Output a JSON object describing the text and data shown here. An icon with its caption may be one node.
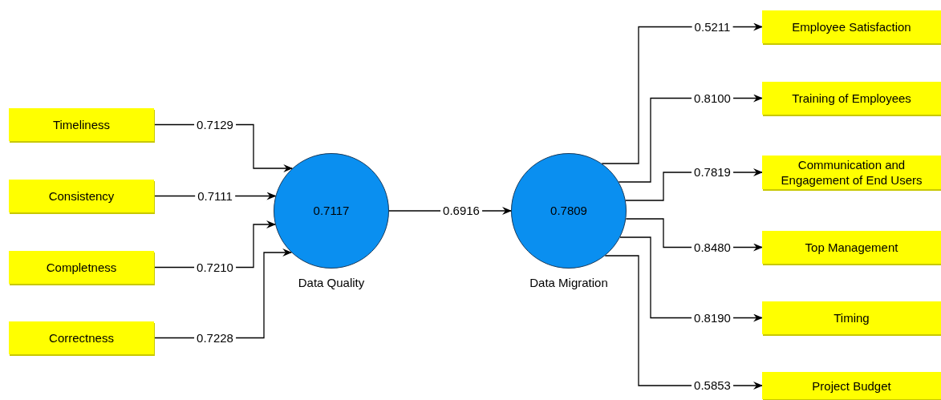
{
  "diagram": {
    "nodes": [
      {
        "text": [
          "Timeliness"
        ]
      },
      {
        "text": [
          "Consistency"
        ]
      },
      {
        "text": [
          "Completness"
        ]
      },
      {
        "text": [
          "Correctness"
        ]
      },
      {
        "text": [
          "0.7117",
          "Data Quality"
        ]
      },
      {
        "text": [
          "0.7809",
          "Data Migration"
        ]
      },
      {
        "text": [
          "Employee Satisfaction"
        ]
      },
      {
        "text": [
          "Training of Employees"
        ]
      },
      {
        "text": [
          "Communication and Engagement of End Users"
        ]
      },
      {
        "text": [
          "Top Management"
        ]
      },
      {
        "text": [
          "Timing"
        ]
      },
      {
        "text": [
          "Project Budget"
        ]
      }
    ],
    "edges": [
      {
        "from": 0,
        "to": 4,
        "arrow": "to",
        "label": "0.7129"
      },
      {
        "from": 1,
        "to": 4,
        "arrow": "to",
        "label": "0.7111"
      },
      {
        "from": 2,
        "to": 4,
        "arrow": "to",
        "label": "0.7210"
      },
      {
        "from": 3,
        "to": 4,
        "arrow": "to",
        "label": "0.7228"
      },
      {
        "from": 4,
        "to": 5,
        "arrow": "to",
        "label": "0.6916"
      },
      {
        "from": 5,
        "to": 6,
        "arrow": "to",
        "label": "0.5211"
      },
      {
        "from": 5,
        "to": 7,
        "arrow": "to",
        "label": "0.8100"
      },
      {
        "from": 5,
        "to": 8,
        "arrow": "to",
        "label": "0.7819"
      },
      {
        "from": 5,
        "to": 9,
        "arrow": "to",
        "label": "0.8480"
      },
      {
        "from": 5,
        "to": 10,
        "arrow": "to",
        "label": "0.8190"
      },
      {
        "from": 5,
        "to": 11,
        "arrow": "to",
        "label": "0.5853"
      }
    ]
  }
}
